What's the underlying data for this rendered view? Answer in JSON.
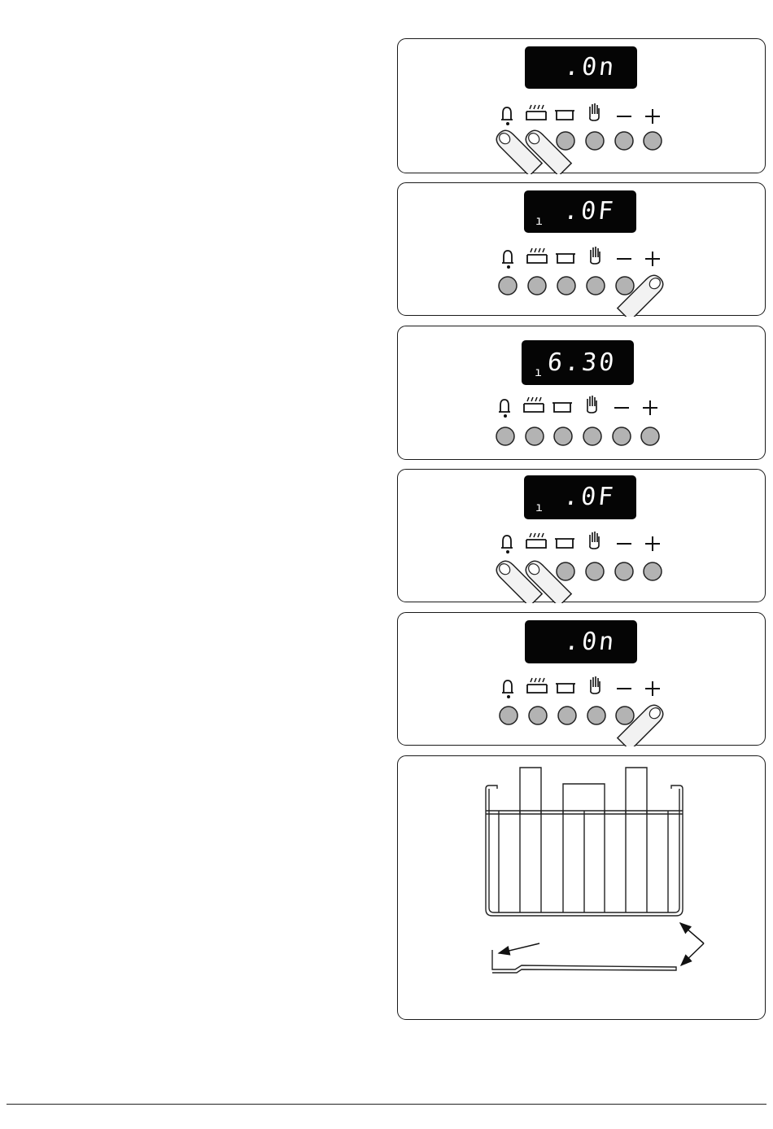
{
  "panels": [
    {
      "display": ".0n",
      "indicator": "",
      "pressed": [
        "bell",
        "grill"
      ]
    },
    {
      "display": ".0F",
      "indicator": "ı",
      "pressed": [
        "plus"
      ]
    },
    {
      "display": "6.30",
      "indicator": "ı",
      "pressed": []
    },
    {
      "display": ".0F",
      "indicator": "ı",
      "pressed": [
        "bell",
        "grill"
      ]
    },
    {
      "display": ".0n",
      "indicator": "",
      "pressed": [
        "plus"
      ]
    }
  ],
  "buttons": [
    {
      "id": "bell",
      "icon": "bell-icon"
    },
    {
      "id": "grill",
      "icon": "grill-icon"
    },
    {
      "id": "oven",
      "icon": "oven-dish-icon"
    },
    {
      "id": "manual",
      "icon": "hand-icon"
    },
    {
      "id": "minus",
      "label": "−"
    },
    {
      "id": "plus",
      "label": "+"
    }
  ],
  "colors": {
    "display_bg": "#050505",
    "display_text": "#ffffff",
    "button_fill": "#b3b3b3"
  }
}
